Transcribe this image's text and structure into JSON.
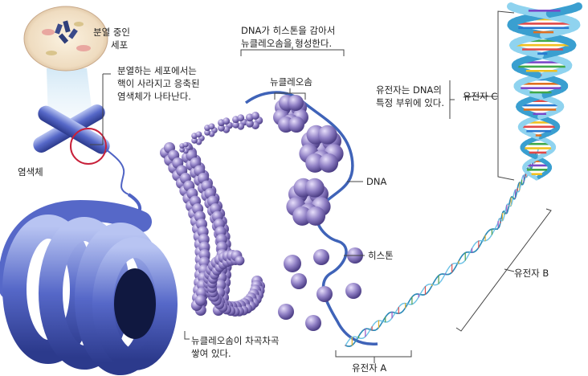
{
  "labels": {
    "dividing_cell": [
      "분열 중인",
      "세포"
    ],
    "chromosome_appears": [
      "분열하는 세포에서는",
      "핵이 사라지고 응축된",
      "염색체가 나타난다."
    ],
    "chromosome": "염색체",
    "dna_wraps": [
      "DNA가 히스톤을 감아서",
      "뉴클레오솜을 형성한다."
    ],
    "nucleosome": "뉴클레오솜",
    "dna": "DNA",
    "histone": "히스톤",
    "stacked": [
      "뉴클레오솜이 차곡차곡",
      "쌓여 있다."
    ],
    "gene_location": [
      "유전자는 DNA의",
      "특정 부위에 있다."
    ],
    "gene_c": "유전자 C",
    "gene_b": "유전자 B",
    "gene_a": "유전자 A"
  },
  "colors": {
    "chromatin_blue": "#4f63c4",
    "nucleosome_purple": "#8d7fc0",
    "dna_helix": "#5fb0d8",
    "callout_line": "#444444"
  }
}
